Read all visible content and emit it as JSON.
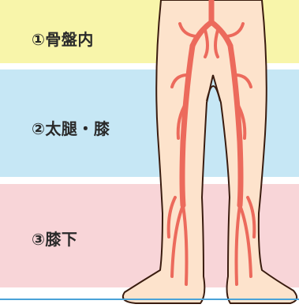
{
  "colors": {
    "band_pelvis": "#f8f5aa",
    "band_thigh_knee": "#c6e7f5",
    "band_below_knee": "#f8d5d8",
    "skin_fill": "#fde3cc",
    "outline": "#3a1c0f",
    "artery": "#ec6a5c",
    "bottom_rule": "#4aa3d8"
  },
  "regions": [
    {
      "label": "①骨盤内"
    },
    {
      "label": "②太腿・膝"
    },
    {
      "label": "③膝下"
    }
  ]
}
